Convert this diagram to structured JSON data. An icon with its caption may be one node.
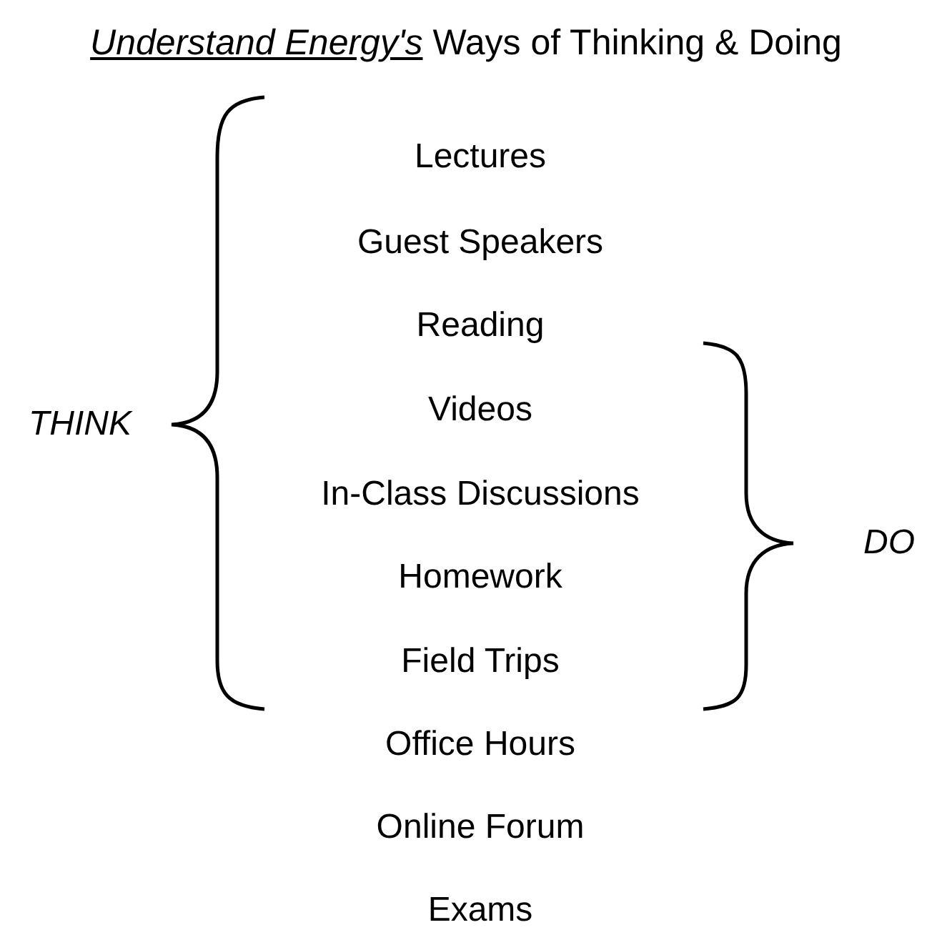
{
  "diagram": {
    "title": "*Understand Energy's* Ways of Thinking & Doing",
    "labels": [
      "Lectures",
      "Guest Speakers",
      "Reading",
      "Videos",
      "In-Class Discussions",
      "Homework",
      "Field Trips",
      "Office Hours",
      "Online Forum",
      "Exams",
      "THINK",
      "DO"
    ]
  }
}
